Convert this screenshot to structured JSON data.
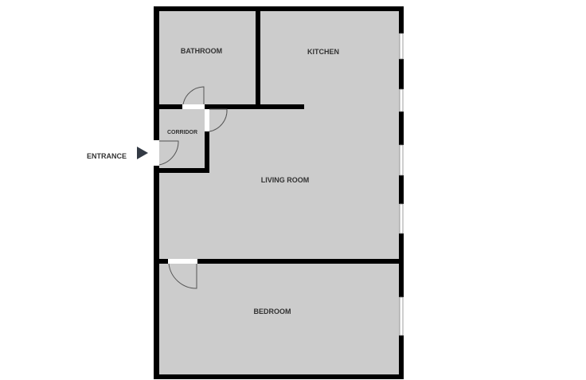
{
  "rooms": {
    "bathroom": "BATHROOM",
    "kitchen": "KITCHEN",
    "corridor": "CORRIDOR",
    "living_room": "LIVING ROOM",
    "bedroom": "BEDROOM"
  },
  "entrance_label": "ENTRANCE",
  "colors": {
    "floor": "#cccccc",
    "wall": "#000000",
    "arrow": "#333a44"
  }
}
